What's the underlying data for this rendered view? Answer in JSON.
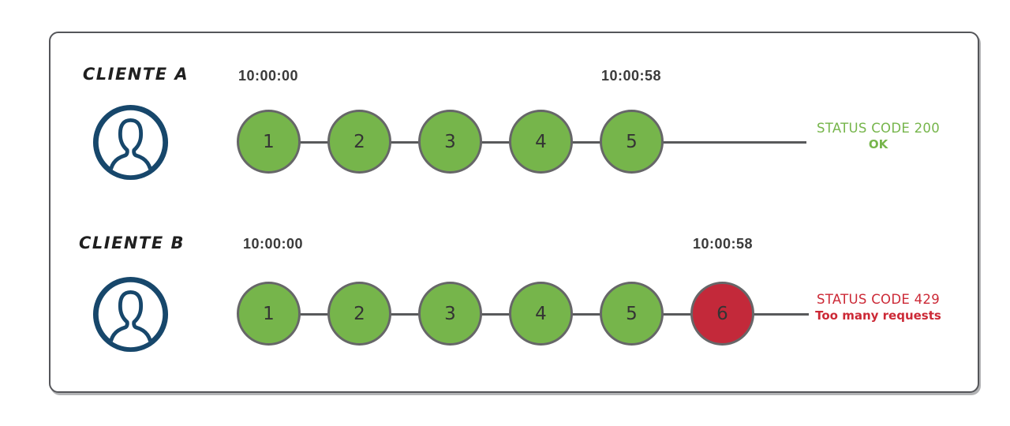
{
  "colors": {
    "request_ok": "#76b54b",
    "request_blocked": "#c3293a",
    "status_ok_text": "#76b54b",
    "status_error_text": "#cc2936",
    "avatar_navy": "#17476b",
    "line_gray": "#58595b"
  },
  "clients": [
    {
      "name": "CLIENTE A",
      "avatar": "user-icon",
      "start_time": "10:00:00",
      "end_time": "10:00:58",
      "requests": [
        {
          "label": "1",
          "status": "ok"
        },
        {
          "label": "2",
          "status": "ok"
        },
        {
          "label": "3",
          "status": "ok"
        },
        {
          "label": "4",
          "status": "ok"
        },
        {
          "label": "5",
          "status": "ok"
        }
      ],
      "status_line1": "STATUS CODE 200",
      "status_line2": "OK",
      "status_color": "#76b54b"
    },
    {
      "name": "CLIENTE B",
      "avatar": "user-icon",
      "start_time": "10:00:00",
      "end_time": "10:00:58",
      "requests": [
        {
          "label": "1",
          "status": "ok"
        },
        {
          "label": "2",
          "status": "ok"
        },
        {
          "label": "3",
          "status": "ok"
        },
        {
          "label": "4",
          "status": "ok"
        },
        {
          "label": "5",
          "status": "ok"
        },
        {
          "label": "6",
          "status": "blocked"
        }
      ],
      "status_line1": "STATUS CODE 429",
      "status_line2": "Too many requests",
      "status_color": "#cc2936"
    }
  ]
}
